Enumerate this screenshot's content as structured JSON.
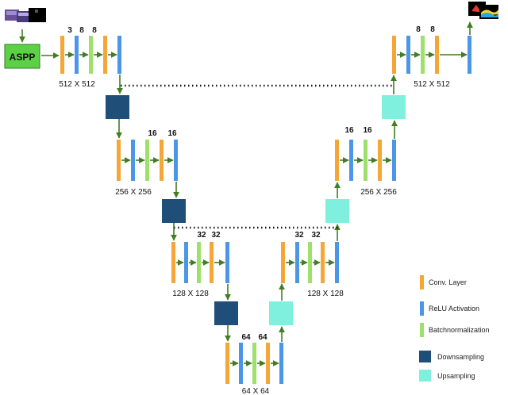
{
  "aspp_label": "ASPP",
  "colors": {
    "conv": "#f4a637",
    "relu": "#4b96e6",
    "batchnorm": "#9de06a",
    "downsampling": "#1f4e79",
    "upsampling": "#7ff0de",
    "arrow": "#3f7f1f",
    "aspp_fill": "#5cd146"
  },
  "encoder": {
    "block1": {
      "channel_labels": [
        "3",
        "8",
        "8"
      ],
      "size_label": "512 X 512"
    },
    "block2": {
      "channel_labels": [
        "16",
        "16"
      ],
      "size_label": "256 X 256"
    },
    "block3": {
      "channel_labels": [
        "32",
        "32"
      ],
      "size_label": "128 X 128"
    }
  },
  "bottleneck": {
    "channel_labels": [
      "64",
      "64"
    ],
    "size_label": "64 X 64"
  },
  "decoder": {
    "block3": {
      "channel_labels": [
        "32",
        "32"
      ],
      "size_label": "128 X 128"
    },
    "block2": {
      "channel_labels": [
        "16",
        "16"
      ],
      "size_label": "256 X 256"
    },
    "block1": {
      "channel_labels": [
        "8",
        "8"
      ],
      "size_label": "512 X 512"
    }
  },
  "legend": [
    {
      "label": "Conv. Layer",
      "kind": "conv"
    },
    {
      "label": "ReLU Activation",
      "kind": "relu"
    },
    {
      "label": "Batchnormalization",
      "kind": "batchnorm"
    },
    {
      "label": "Downsampling",
      "kind": "downsampling"
    },
    {
      "label": "Upsampling",
      "kind": "upsampling"
    }
  ]
}
